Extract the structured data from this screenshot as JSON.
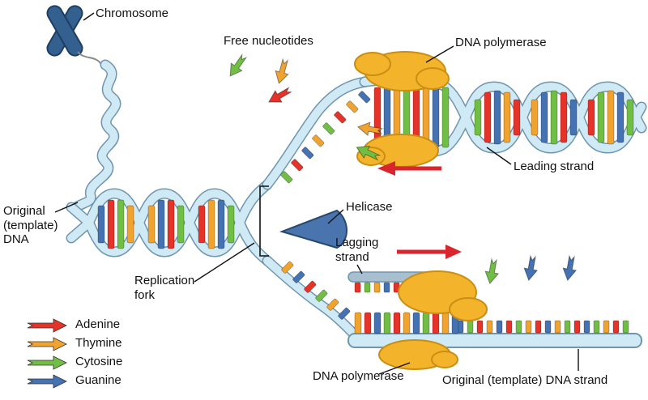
{
  "figure": {
    "subject": "DNA replication diagram"
  },
  "labels": {
    "chromosome": "Chromosome",
    "free_nucleotides": "Free nucleotides",
    "dna_polymerase_top": "DNA polymerase",
    "leading_strand": "Leading strand",
    "helicase": "Helicase",
    "lagging_strand": "Lagging\nstrand",
    "original_template_dna": "Original\n(template)\nDNA",
    "replication_fork": "Replication\nfork",
    "dna_polymerase_bottom": "DNA polymerase",
    "original_template_dna_strand": "Original (template) DNA strand"
  },
  "legend": {
    "items": [
      {
        "label": "Adenine",
        "color": "#e63329"
      },
      {
        "label": "Thymine",
        "color": "#f0a32f"
      },
      {
        "label": "Cytosine",
        "color": "#70bf44"
      },
      {
        "label": "Guanine",
        "color": "#4472b2"
      }
    ]
  },
  "colors": {
    "adenine": "#e63329",
    "thymine": "#f0a32f",
    "cytosine": "#70bf44",
    "guanine": "#4472b2",
    "backbone": "#cfe9f5",
    "backbone_edge": "#7096ad",
    "polymerase": "#f3b32b",
    "polymerase_edge": "#c98f14",
    "helicase": "#4a74ae",
    "helicase_edge": "#27486e",
    "chromosome": "#33608f",
    "direction_arrow": "#d8262c",
    "fragment_bar": "#a8bfd0"
  }
}
